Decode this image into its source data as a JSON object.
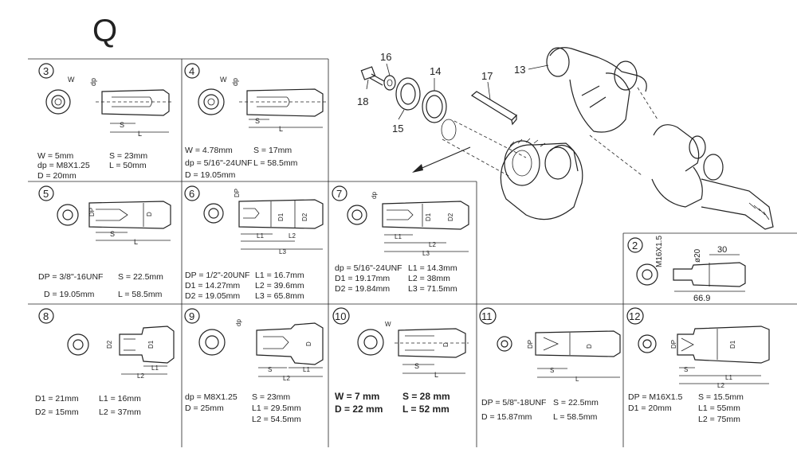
{
  "section_letter": "Q",
  "panels": [
    {
      "id": "3",
      "specs": [
        [
          "W = 5mm",
          "S = 23mm"
        ],
        [
          "dp = M8X1.25",
          "L = 50mm"
        ],
        [
          "D = 20mm",
          ""
        ]
      ]
    },
    {
      "id": "4",
      "specs": [
        [
          "W = 4.78mm",
          "S = 17mm"
        ],
        [
          "dp = 5/16\"-24UNF",
          "L = 58.5mm"
        ],
        [
          "D = 19.05mm",
          ""
        ]
      ]
    },
    {
      "id": "5",
      "specs": [
        [
          "DP = 3/8\"-16UNF",
          "S = 22.5mm"
        ],
        [
          "D = 19.05mm",
          "L = 58.5mm"
        ]
      ]
    },
    {
      "id": "6",
      "specs": [
        [
          "DP = 1/2\"-20UNF",
          "L1 = 16.7mm"
        ],
        [
          "D1 = 14.27mm",
          "L2 = 39.6mm"
        ],
        [
          "D2 = 19.05mm",
          "L3 = 65.8mm"
        ]
      ]
    },
    {
      "id": "7",
      "specs": [
        [
          "dp = 5/16\"-24UNF",
          "L1 = 14.3mm"
        ],
        [
          "D1 = 19.17mm",
          "L2 = 38mm"
        ],
        [
          "D2 = 19.84mm",
          "L3 = 71.5mm"
        ]
      ]
    },
    {
      "id": "8",
      "specs": [
        [
          "D1 = 21mm",
          "L1 = 16mm"
        ],
        [
          "D2 = 15mm",
          "L2 = 37mm"
        ]
      ]
    },
    {
      "id": "9",
      "specs": [
        [
          "dp = M8X1.25",
          "S = 23mm"
        ],
        [
          "D = 25mm",
          "L1 = 29.5mm"
        ],
        [
          "",
          "L2 = 54.5mm"
        ]
      ]
    },
    {
      "id": "10",
      "specs": [
        [
          "W = 7 mm",
          "S = 28 mm"
        ],
        [
          "D = 22 mm",
          "L = 52 mm"
        ]
      ]
    },
    {
      "id": "11",
      "specs": [
        [
          "DP = 5/8\"-18UNF",
          "S = 22.5mm"
        ],
        [
          "D = 15.87mm",
          "L = 58.5mm"
        ]
      ]
    },
    {
      "id": "12",
      "specs": [
        [
          "DP = M16X1.5",
          "S = 15.5mm"
        ],
        [
          "D1 = 20mm",
          "L1 = 55mm"
        ],
        [
          "",
          "L2 = 75mm"
        ]
      ]
    },
    {
      "id": "2",
      "specs": []
    }
  ],
  "panel2_dims": {
    "thread": "M16X1.5",
    "dia": "ø20",
    "len30": "30",
    "total": "66.9"
  },
  "callouts": [
    "13",
    "14",
    "15",
    "16",
    "17",
    "18"
  ],
  "dim_labels": {
    "W": "W",
    "dp": "dp",
    "DP": "DP",
    "D": "D",
    "D1": "D1",
    "D2": "D2",
    "S": "S",
    "L": "L",
    "L1": "L1",
    "L2": "L2",
    "L3": "L3"
  }
}
